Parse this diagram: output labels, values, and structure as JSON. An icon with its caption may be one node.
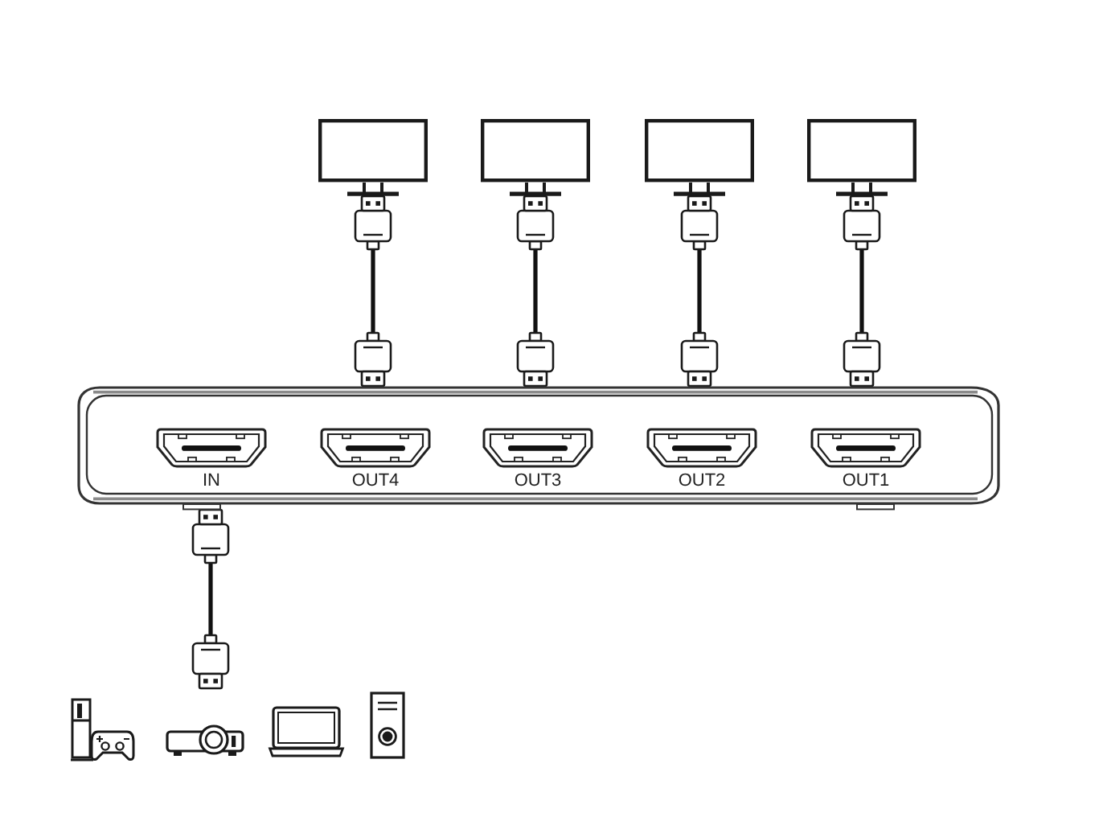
{
  "diagram": {
    "nodes": [
      {
        "text": [],
        "shape": "monitor"
      },
      {
        "text": [],
        "shape": "monitor"
      },
      {
        "text": [],
        "shape": "monitor"
      },
      {
        "text": [],
        "shape": "monitor"
      },
      {
        "text": [],
        "shape": "box"
      },
      {
        "text": [
          "IN"
        ],
        "in": 4
      },
      {
        "text": [
          "OUT4"
        ],
        "in": 4
      },
      {
        "text": [
          "OUT3"
        ],
        "in": 4
      },
      {
        "text": [
          "OUT2"
        ],
        "in": 4
      },
      {
        "text": [
          "OUT1"
        ],
        "in": 4
      },
      {
        "text": [],
        "shape": "picture"
      },
      {
        "text": [],
        "shape": "picture"
      },
      {
        "text": [],
        "shape": "picture"
      },
      {
        "text": [],
        "shape": "picture"
      }
    ],
    "edges": [
      {
        "from": 4,
        "to": 0,
        "arrow": "none"
      },
      {
        "from": 4,
        "to": 1,
        "arrow": "none"
      },
      {
        "from": 4,
        "to": 2,
        "arrow": "none"
      },
      {
        "from": 4,
        "to": 3,
        "arrow": "none"
      },
      {
        "from": null,
        "to": 4,
        "arrow": "none"
      }
    ]
  }
}
